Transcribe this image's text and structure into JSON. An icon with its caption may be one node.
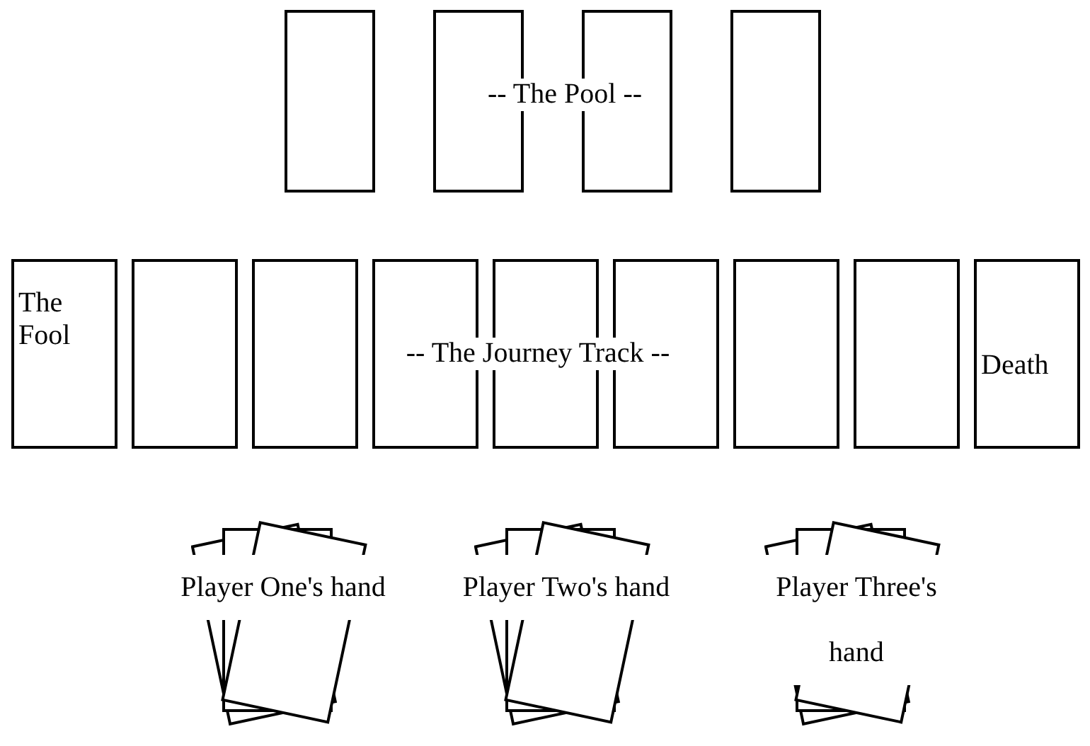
{
  "diagram": {
    "nodes": [
      {
        "text": [],
        "shape": "box"
      },
      {
        "text": [],
        "shape": "box"
      },
      {
        "text": [],
        "shape": "box"
      },
      {
        "text": [],
        "shape": "box"
      },
      {
        "text": [
          "The Fool"
        ]
      },
      {
        "text": [],
        "shape": "box"
      },
      {
        "text": [],
        "shape": "box"
      },
      {
        "text": [],
        "shape": "box"
      },
      {
        "text": [],
        "shape": "box"
      },
      {
        "text": [],
        "shape": "box"
      },
      {
        "text": [],
        "shape": "box"
      },
      {
        "text": [],
        "shape": "box"
      },
      {
        "text": [
          "Death"
        ]
      },
      {
        "text": [
          "Player One's hand"
        ]
      },
      {
        "text": [
          "Player Two's hand"
        ]
      },
      {
        "text": [
          "Player Three's hand"
        ]
      }
    ],
    "labels": [
      "-- The Pool --",
      "-- The Journey Track --"
    ]
  }
}
